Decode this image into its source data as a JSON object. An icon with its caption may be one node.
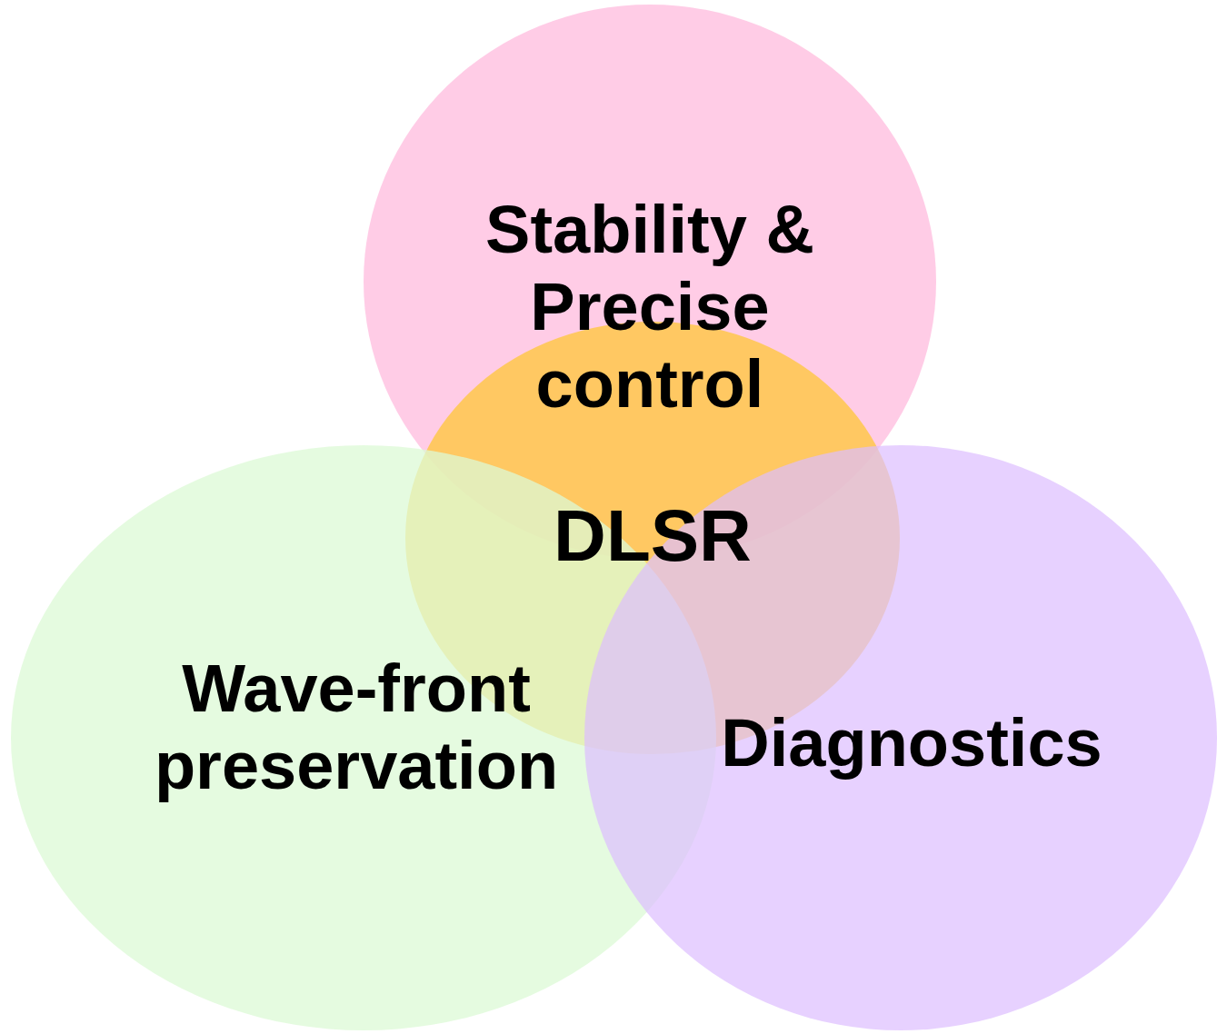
{
  "diagram": {
    "nodes": [
      {
        "text": [
          "Stability & Precise control"
        ]
      },
      {
        "text": [
          "DLSR"
        ]
      },
      {
        "text": [
          "Wave-front preservation"
        ]
      },
      {
        "text": [
          "Diagnostics"
        ]
      }
    ],
    "edges": []
  }
}
